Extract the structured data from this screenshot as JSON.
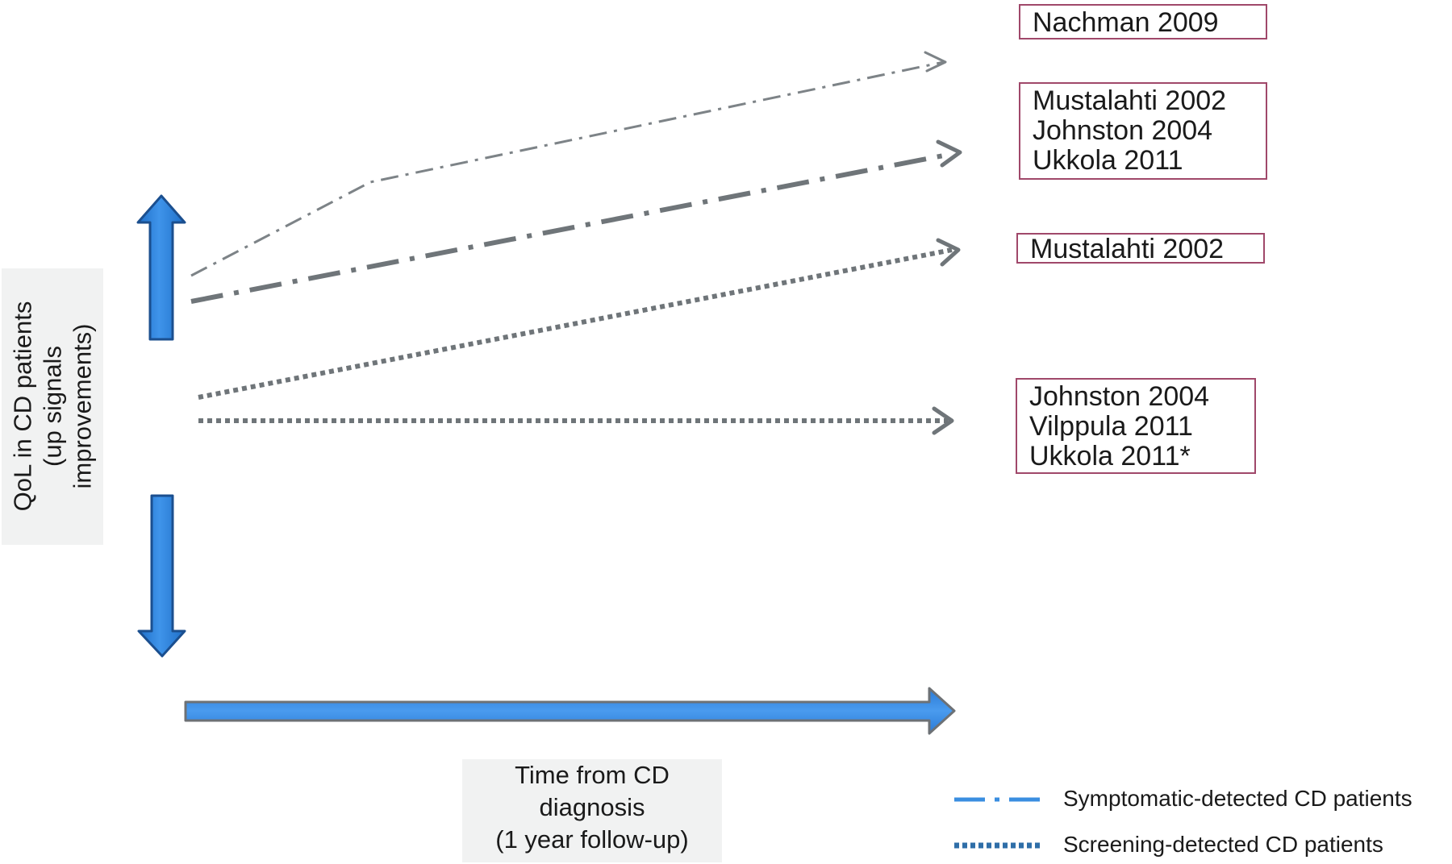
{
  "y_axis_label": [
    "QoL in CD patients",
    "(up signals",
    "improvements)"
  ],
  "x_axis_label": [
    "Time from CD",
    "diagnosis",
    "(1 year follow-up)"
  ],
  "study_boxes": [
    {
      "lines": [
        "Nachman 2009"
      ]
    },
    {
      "lines": [
        "Mustalahti 2002",
        "Johnston 2004",
        "Ukkola 2011"
      ]
    },
    {
      "lines": [
        "Mustalahti 2002"
      ]
    },
    {
      "lines": [
        "Johnston 2004",
        "Vilppula 2011",
        "Ukkola 2011*"
      ]
    }
  ],
  "legend": [
    {
      "label": "Symptomatic-detected CD patients",
      "style": "dash-dot"
    },
    {
      "label": "Screening-detected CD patients",
      "style": "dotted"
    }
  ],
  "colors": {
    "axis_arrow_fill": "#2f7fd8",
    "axis_arrow_edge": "#1b4f8f",
    "trend_line": "#7d8387",
    "legend_symptomatic": "#3a8ee0",
    "legend_screening": "#2f6ea8",
    "box_border": "#a0486a",
    "label_background": "#f1f2f2"
  }
}
